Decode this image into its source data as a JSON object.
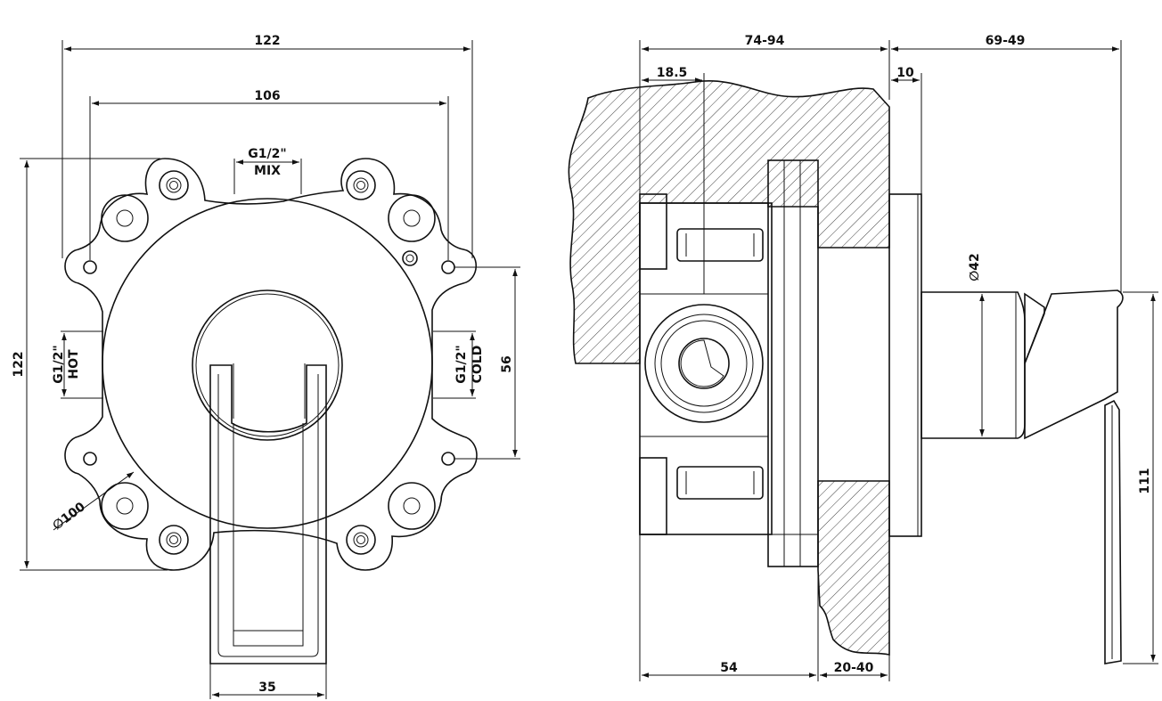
{
  "front_view": {
    "width_overall": "122",
    "hole_spacing": "106",
    "mix_port_size": "G1/2\"",
    "mix_port_name": "MIX",
    "hot_port_size": "G1/2\"",
    "hot_port_name": "HOT",
    "cold_port_size": "G1/2\"",
    "cold_port_name": "COLD",
    "height_overall": "122",
    "inlet_spacing": "56",
    "plate_diameter": "∅100",
    "lever_width": "35"
  },
  "side_view": {
    "body_depth_range": "74-94",
    "projection_range": "69-49",
    "inlet_offset": "18.5",
    "plate_thickness": "10",
    "escutcheon_diameter": "∅42",
    "lever_length": "111",
    "body_depth": "54",
    "wall_range": "20-40"
  }
}
